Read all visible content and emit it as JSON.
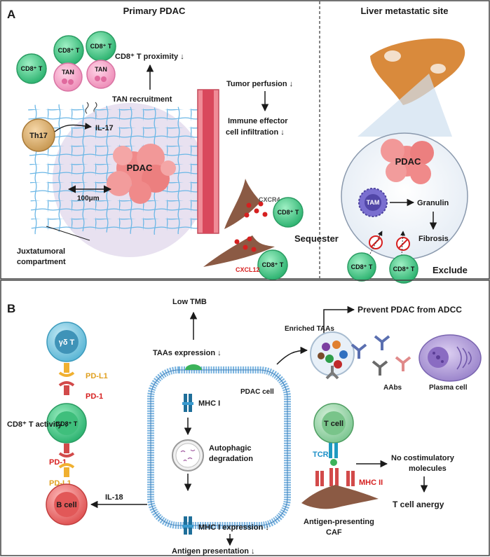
{
  "panel_a": {
    "letter": "A",
    "left_title": "Primary PDAC",
    "right_title": "Liver metastatic site",
    "cd8_cells": [
      "CD8⁺ T",
      "CD8⁺ T",
      "CD8⁺ T"
    ],
    "tan_cells": [
      "TAN",
      "TAN"
    ],
    "cd8_proximity": "CD8⁺ T proximity ↓",
    "tan_recruitment": "TAN recruitment",
    "th17": "Th17",
    "il17": "IL-17",
    "tumor_perfusion": "Tumor perfusion ↓",
    "immune_effector_1": "Immune effector",
    "immune_effector_2": "cell infiltration ↓",
    "pdac_primary": "PDAC",
    "scale": "100μm",
    "juxta_1": "Juxtatumoral",
    "juxta_2": "compartment",
    "cxcr4": "CXCR4",
    "cxcl12": "CXCL12",
    "sequester": "Sequester",
    "cd8_seq_1": "CD8⁺ T",
    "cd8_seq_2": "CD8⁺ T",
    "pdac_liver": "PDAC",
    "tam": "TAM",
    "granulin": "Granulin",
    "fibrosis": "Fibrosis",
    "cd8_liver_1": "CD8⁺ T",
    "cd8_liver_2": "CD8⁺ T",
    "exclude": "Exclude"
  },
  "panel_b": {
    "letter": "B",
    "low_tmb": "Low TMB",
    "taas_expression": "TAAs expression ↓",
    "prevent": "Prevent PDAC from ADCC",
    "enriched": "Enriched TAAs",
    "aabs": "AAbs",
    "plasma": "Plasma cell",
    "pdac_cell": "PDAC cell",
    "gd_t": "γδ T",
    "pdl1_top": "PD-L1",
    "pd1_top": "PD-1",
    "cd8_activity": "CD8⁺ T activity ↓",
    "cd8_center": "CD8⁺ T",
    "pd1_bottom": "PD-1",
    "pdl1_bottom": "PD-L1",
    "b_cell": "B cell",
    "il18": "IL-18",
    "mhc1": "MHC I",
    "autophagic_1": "Autophagic",
    "autophagic_2": "degradation",
    "mhc1_expr": "MHC I expression ↓",
    "antigen_pres": "Antigen presentation ↓",
    "t_cell": "T cell",
    "tcr": "TCR",
    "no_costim_1": "No costimulatory",
    "no_costim_2": "molecules",
    "mhc2": "MHC II",
    "anergy": "T cell anergy",
    "apcaf_1": "Antigen-presenting",
    "apcaf_2": "CAF"
  },
  "colors": {
    "cd8_fill": "#4cc98a",
    "tan_fill": "#f3a6c8",
    "pdac_fill": "#f08a8a",
    "vessel": "#e05a66",
    "caf": "#8b5a44",
    "tam": "#7a6fd0",
    "pd_l1": "#f0b030",
    "pd_1": "#d24a4a"
  }
}
